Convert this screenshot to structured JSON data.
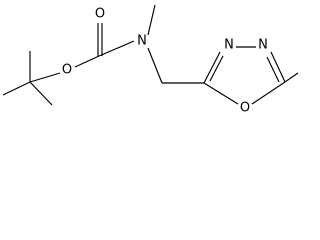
{
  "compound": {
    "atom_labels": {
      "carbonyl_oxygen": "O",
      "ester_oxygen": "O",
      "amide_nitrogen": "N",
      "ring_nitrogen_1": "N",
      "ring_nitrogen_2": "N",
      "ring_oxygen": "O"
    },
    "colors": {
      "bond": "#000000",
      "label": "#000000",
      "background": "#ffffff"
    }
  }
}
